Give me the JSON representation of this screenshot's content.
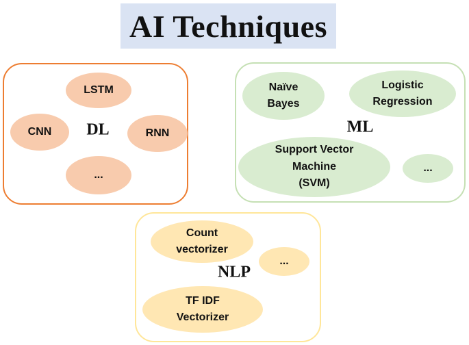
{
  "title": "AI Techniques",
  "groups": {
    "dl": {
      "label": "DL",
      "items": [
        "LSTM",
        "CNN",
        "RNN",
        "..."
      ]
    },
    "ml": {
      "label": "ML",
      "items": [
        "Naïve\nBayes",
        "Logistic\nRegression",
        "Support Vector\nMachine\n(SVM)",
        "..."
      ]
    },
    "nlp": {
      "label": "NLP",
      "items": [
        "Count\nvectorizer",
        "...",
        "TF IDF\nVectorizer"
      ]
    }
  },
  "colors": {
    "title_bg": "#dae3f3",
    "dl_border": "#ed7d31",
    "dl_fill": "#f8cbad",
    "ml_border": "#c5e0b4",
    "ml_fill": "#d9ecd0",
    "nlp_border": "#ffe699",
    "nlp_fill": "#ffe7b3"
  }
}
